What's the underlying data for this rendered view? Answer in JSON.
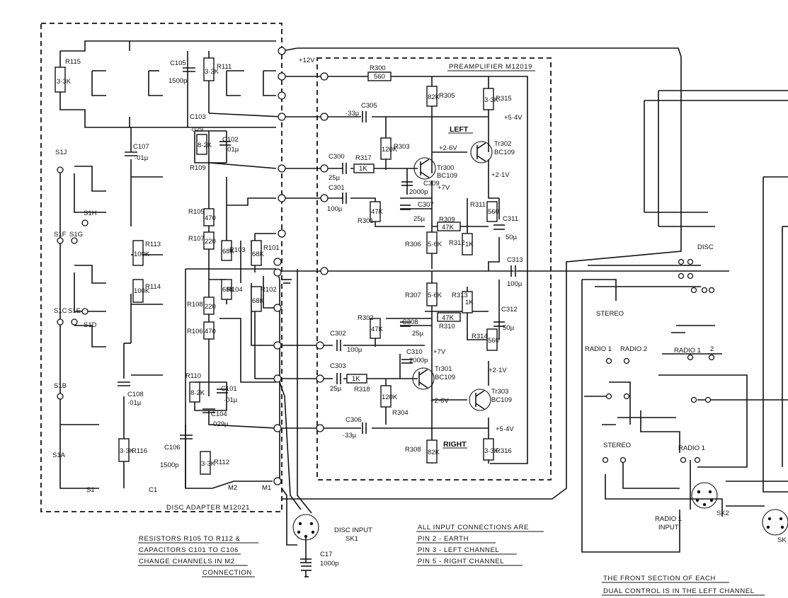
{
  "blocks": {
    "disc_adapter": "DISC ADAPTER  M12021",
    "preamplifier": "PREAMPLIFIER  M12019"
  },
  "channels": {
    "left": "LEFT",
    "right": "RIGHT"
  },
  "supply": {
    "v12": "+12V",
    "v5_4_top": "+5·4V",
    "v5_4_bot": "+5·4V",
    "v2_6_top": "+2·6V",
    "v2_6_bot": "+2·6V",
    "v2_1_top": "+2·1V",
    "v2_1_bot": "+2·1V",
    "v7_top": "+7V",
    "v7_bot": "+7V"
  },
  "resistors": {
    "R115": "R115",
    "R115v": "3·3K",
    "R111": "R111",
    "R111v": "3·3K",
    "R109": "R109",
    "R109v": "8·2K",
    "R105": "R105",
    "R105v": "470",
    "R107": "R107",
    "R107v": "220",
    "R103": "R103",
    "R103v": "68K",
    "R101": "R101",
    "R101v": "68K",
    "R104": "R104",
    "R104v": "68K",
    "R102": "R102",
    "R102v": "68K",
    "R108": "R108",
    "R108v": "220",
    "R106": "R106",
    "R106v": "470",
    "R110": "R110",
    "R110v": "8·2K",
    "R112": "R112",
    "R112v": "3·3K",
    "R113": "R113",
    "R113v": "100K",
    "R114": "R114",
    "R114v": "100K",
    "R116": "R116",
    "R116v": "3·3K",
    "R300": "R300",
    "R300v": "560",
    "R305": "R305",
    "R305v": "82K",
    "R315": "R315",
    "R315v": "3·3K",
    "R303": "R303",
    "R303v": "120K",
    "R317": "R317",
    "R317v": "1K",
    "R301": "R301",
    "R301v": "47K",
    "R311": "R311",
    "R311v": "560",
    "R309": "R309",
    "R309v": "47K",
    "R312": "R312",
    "R312v": "1K",
    "R306": "R306",
    "R306v": "5·6K",
    "R307": "R307",
    "R307v": "5·6K",
    "R313": "R313",
    "R313v": "1K",
    "R302": "R302",
    "R302v": "47K",
    "R310": "R310",
    "R310v": "47K",
    "R314": "R314",
    "R314v": "560",
    "R318": "R318",
    "R318v": "1K",
    "R304": "R304",
    "R304v": "120K",
    "R308": "R308",
    "R308v": "82K",
    "R316": "R316",
    "R316v": "3·3K"
  },
  "capacitors": {
    "C105": "C105",
    "C105v": "1500p",
    "C103": "C103",
    "C103v": "·029",
    "C102": "C102",
    "C102v": "·01µ",
    "C107": "C107",
    "C107v": "·01µ",
    "C108": "C108",
    "C108v": "·01µ",
    "C101": "C101",
    "C101v": "·01µ",
    "C104": "C104",
    "C104v": "·029µ",
    "C106": "C106",
    "C106v": "1500p",
    "C305": "C305",
    "C305v": "·33µ",
    "C300": "C300",
    "C300v": "25µ",
    "C301": "C301",
    "C301v": "100µ",
    "C309": "C309",
    "C309v": "2000p",
    "C307": "C307",
    "C307v": "25µ",
    "C311": "C311",
    "C311v": "50µ",
    "C313": "C313",
    "C313v": "100µ",
    "C308": "C308",
    "C308v": "25µ",
    "C312": "C312",
    "C312v": "50µ",
    "C302": "C302",
    "C302v": "100µ",
    "C310": "C310",
    "C310v": "2000p",
    "C303": "C303",
    "C303v": "25µ",
    "C306": "C306",
    "C306v": "·33µ",
    "C17": "C17",
    "C17v": "1000p"
  },
  "transistors": {
    "T300": "Tr300",
    "T300t": "BC109",
    "T302": "Tr302",
    "T302t": "BC109",
    "T301": "Tr301",
    "T301t": "BC109",
    "T303": "Tr303",
    "T303t": "BC109"
  },
  "switches": {
    "S1J": "S1J",
    "S1H": "S1H",
    "S1F": "S1F",
    "S1G": "S1G",
    "S1C": "S1C",
    "S1E": "S1E",
    "S1D": "S1D",
    "S1B": "S1B",
    "S1A": "S1A",
    "S1": "S1",
    "C1": "C1",
    "M2": "M2",
    "M1": "M1"
  },
  "right_panel": {
    "disc": "DISC",
    "stereo_top": "STEREO",
    "radio1_a": "RADIO 1",
    "radio2": "RADIO 2",
    "radio1_b": "RADIO 1",
    "radio2_b": "2",
    "stereo_bot": "STEREO",
    "radio1_c": "RADIO 1",
    "radio1_input": "RADIO 1",
    "input": "INPUT",
    "sk2": "SK2",
    "sk": "SK"
  },
  "connector": {
    "label1": "DISC INPUT",
    "label2": "SK1"
  },
  "notes": {
    "left": [
      "RESISTORS  R105  TO  R112  &",
      "CAPACITORS  C101  TO  C106",
      "CHANGE  CHANNELS  IN  M2",
      "CONNECTION"
    ],
    "middle": [
      "ALL  INPUT  CONNECTIONS  ARE",
      "PIN  2  -  EARTH",
      "PIN  3  -  LEFT  CHANNEL",
      "PIN  5  -  RIGHT  CHANNEL"
    ],
    "right": [
      "THE  FRONT  SECTION  OF  EACH",
      "DUAL  CONTROL  IS  IN  THE  LEFT  CHANNEL"
    ]
  }
}
